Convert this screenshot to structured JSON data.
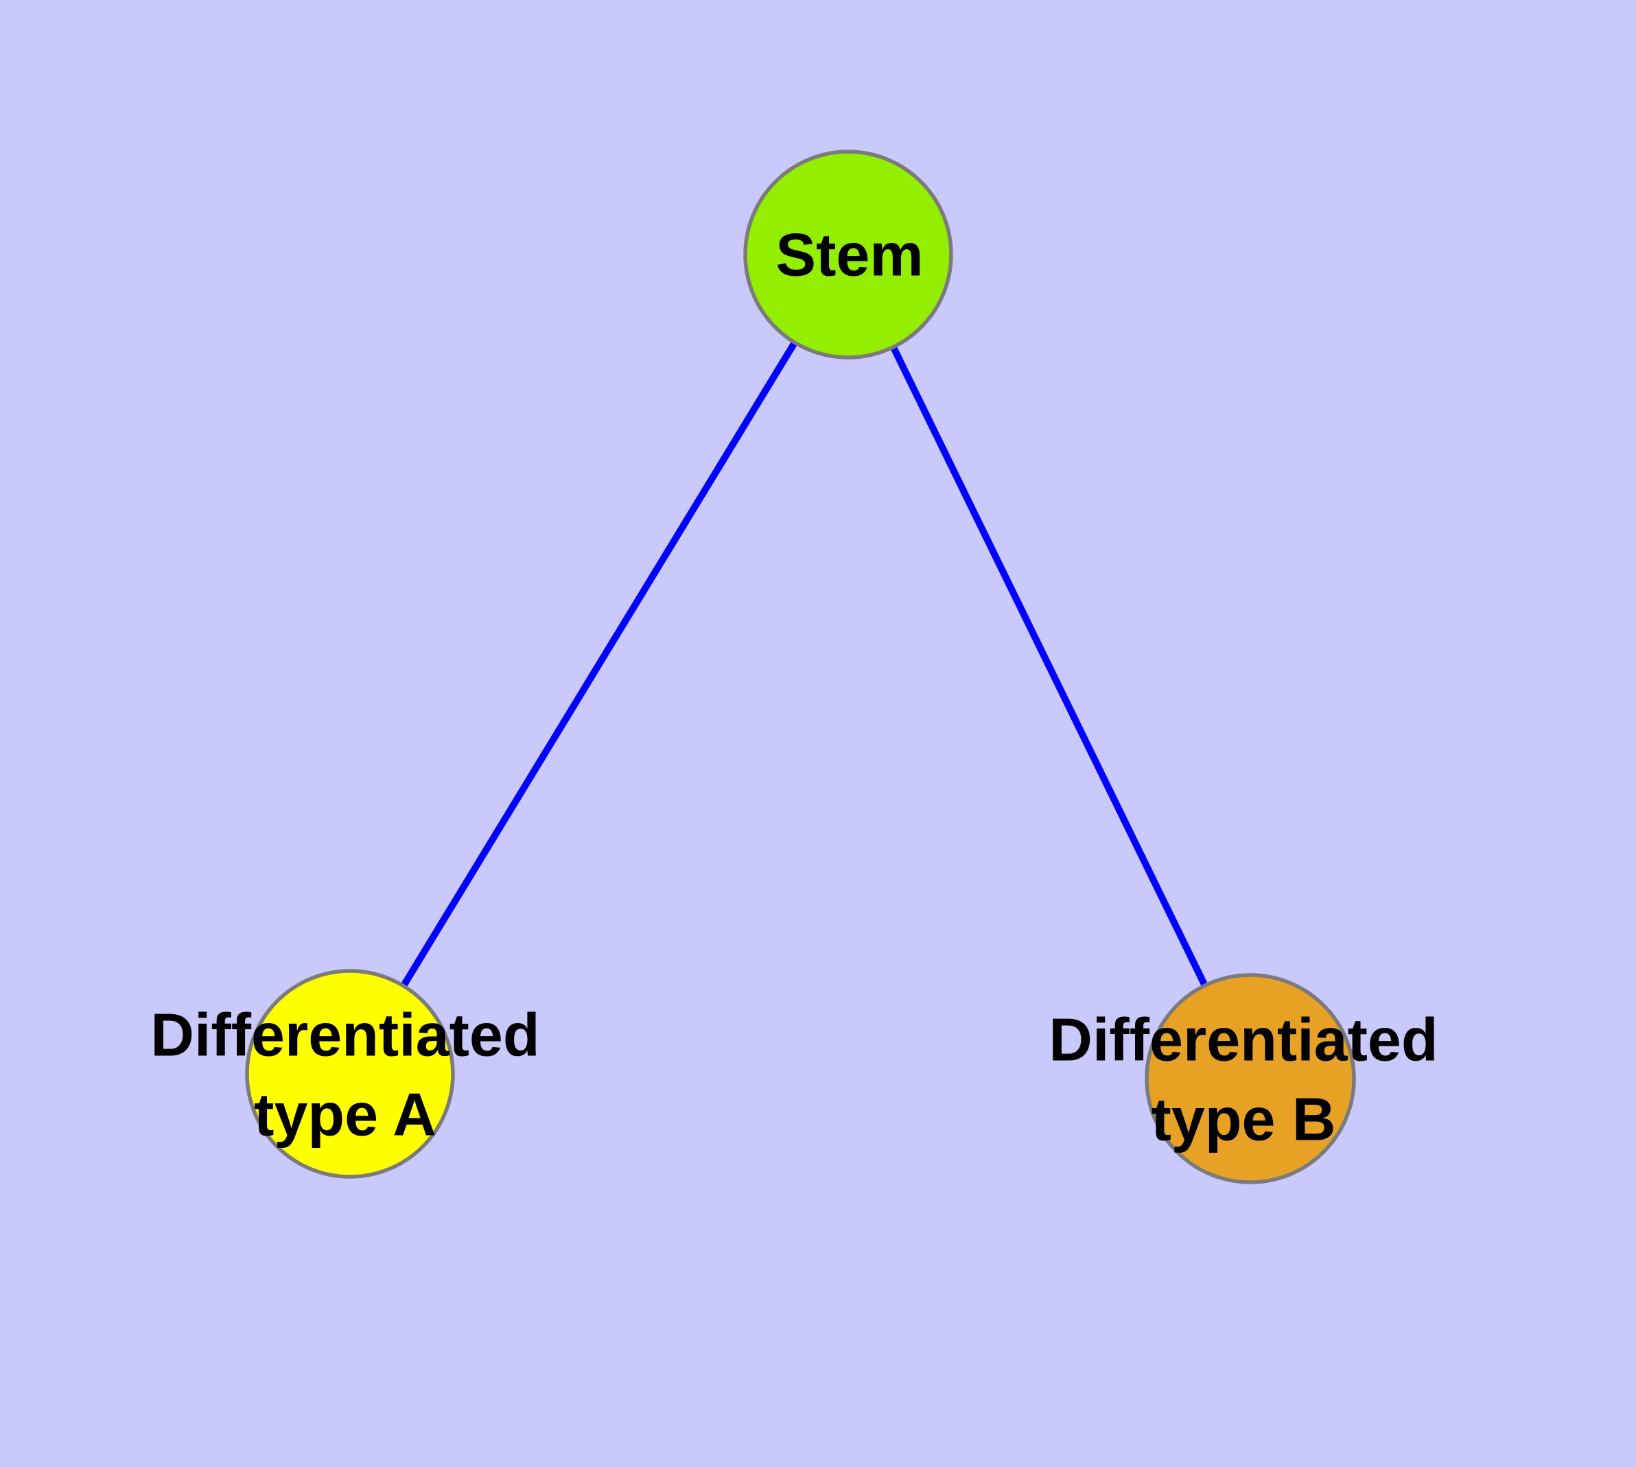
{
  "diagram": {
    "type": "node-link-graph",
    "background_color": "#c9c9fb",
    "edge_color": "#0000ff",
    "node_border_color": "#7b7b7b",
    "label_color": "#000000",
    "nodes": {
      "stem": {
        "label": "Stem",
        "fill": "#94ee00"
      },
      "type_a": {
        "label_line1": "Differentiated",
        "label_line2": "type A",
        "fill": "#ffff00"
      },
      "type_b": {
        "label_line1": "Differentiated",
        "label_line2": "type B",
        "fill": "#e7a226"
      }
    },
    "edges": [
      {
        "from": "stem",
        "to": "type_a"
      },
      {
        "from": "stem",
        "to": "type_b"
      }
    ]
  }
}
